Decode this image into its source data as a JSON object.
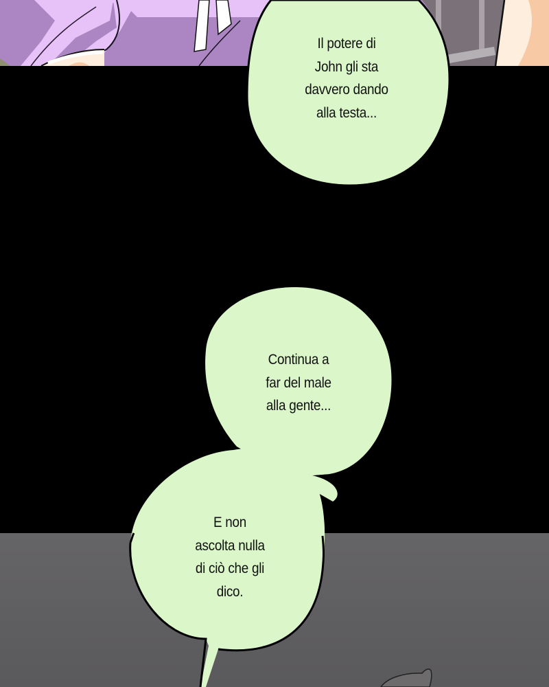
{
  "comic": {
    "panels": [
      {
        "id": "top",
        "description": "purple clothing with white ribbon, window bars, skin",
        "background": "#ab86c3"
      },
      {
        "id": "middle",
        "description": "black panel",
        "background": "#000000"
      },
      {
        "id": "bottom",
        "description": "gray floor with character hair",
        "background": "#5e5d5f"
      }
    ],
    "bubbles": [
      {
        "text": "Il potere di\nJohn gli sta\ndavvero dando\nalla testa...",
        "fill": "#dbf7ca"
      },
      {
        "text": "Continua a\nfar del male\nalla gente...",
        "fill": "#dbf7ca"
      },
      {
        "text": "E non\nascolta nulla\ndi ciò che gli\ndico.",
        "fill": "#dbf7ca"
      }
    ]
  },
  "colors": {
    "purple_light": "#e6c2f8",
    "purple_mid": "#ab86c3",
    "ribbon": "#ffffff",
    "window_gray": "#7a7278",
    "skin_light": "#fdeedd",
    "skin_peach": "#f7c9a5",
    "black": "#000000",
    "floor_gray": "#5e5d5f",
    "bubble_fill": "#dbf7ca",
    "text": "#111111"
  }
}
